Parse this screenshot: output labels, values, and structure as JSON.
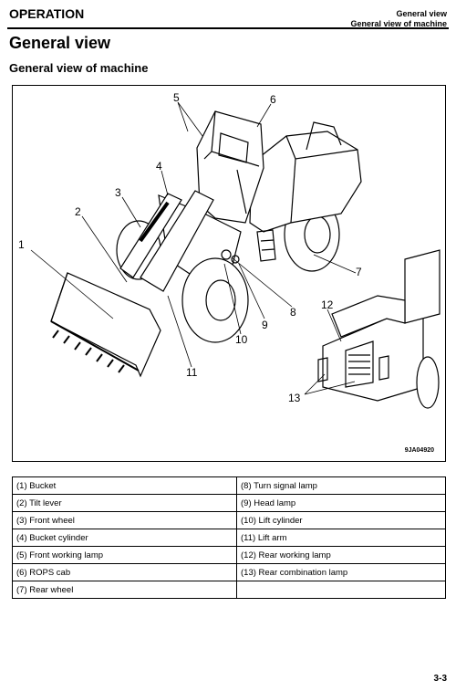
{
  "header": {
    "section": "OPERATION",
    "right_line1": "General view",
    "right_line2": "General view of machine"
  },
  "title": "General view",
  "subtitle": "General view of machine",
  "figure": {
    "code": "9JA04920",
    "callouts": [
      "1",
      "2",
      "3",
      "4",
      "5",
      "6",
      "7",
      "8",
      "9",
      "10",
      "11",
      "12",
      "13"
    ]
  },
  "parts_table": {
    "rows": [
      {
        "left": "(1) Bucket",
        "right": "(8) Turn signal lamp"
      },
      {
        "left": "(2) Tilt lever",
        "right": "(9) Head lamp"
      },
      {
        "left": "(3) Front wheel",
        "right": "(10) Lift cylinder"
      },
      {
        "left": "(4) Bucket cylinder",
        "right": "(11) Lift arm"
      },
      {
        "left": "(5) Front working lamp",
        "right": "(12) Rear working lamp"
      },
      {
        "left": "(6) ROPS cab",
        "right": "(13) Rear combination lamp"
      },
      {
        "left": "(7) Rear wheel",
        "right": ""
      }
    ]
  },
  "page_number": "3-3"
}
